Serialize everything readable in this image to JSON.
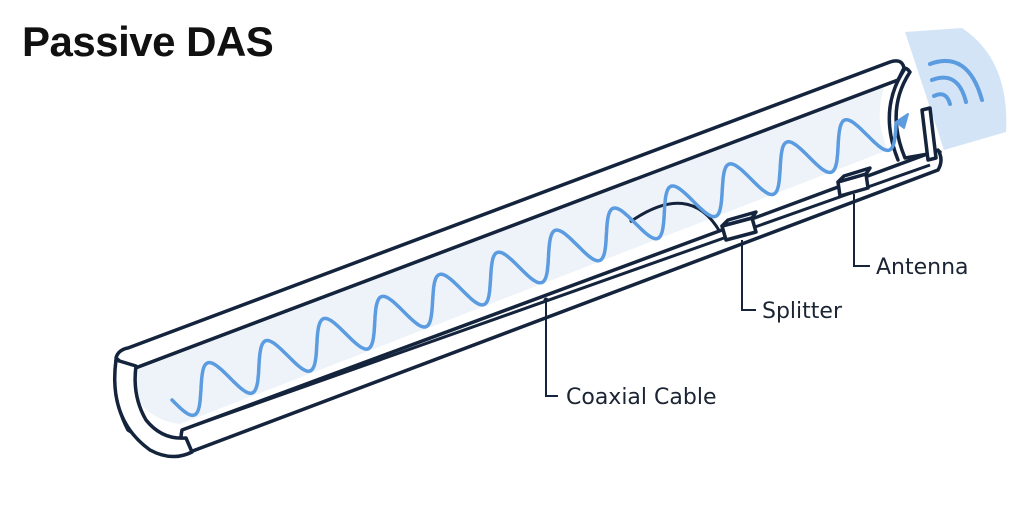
{
  "title": "Passive DAS",
  "labels": {
    "coaxial_cable": "Coaxial Cable",
    "splitter": "Splitter",
    "antenna": "Antenna"
  },
  "colors": {
    "outline": "#15243d",
    "wave": "#5b9be0",
    "tube_fill": "#eef3fa",
    "signal_glow": "#cfe1f6"
  }
}
